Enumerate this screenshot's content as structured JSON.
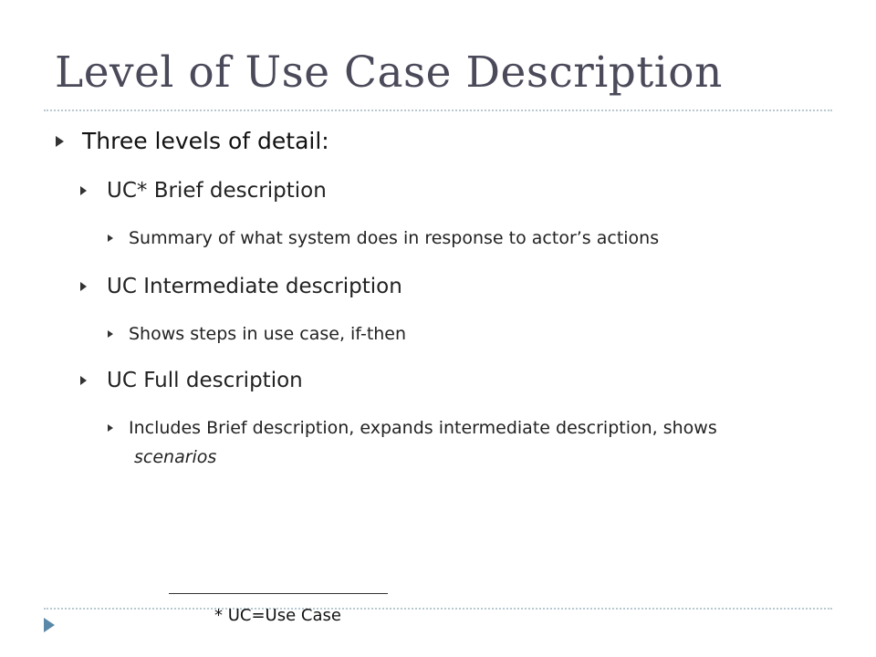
{
  "slide": {
    "title": "Level of Use Case Description",
    "top_bullet": "Three levels of detail:",
    "items": [
      {
        "heading": "UC* Brief description",
        "detail": "Summary of what system does in response to actor’s actions"
      },
      {
        "heading": "UC Intermediate description",
        "detail": "Shows steps in use case, if-then"
      },
      {
        "heading": "UC Full description",
        "detail": "Includes Brief description, expands intermediate description, shows",
        "detail_cont": "scenarios"
      }
    ],
    "footnote": "* UC=Use Case"
  },
  "colors": {
    "title": "#4a4a5a",
    "rule": "#b8c8d0",
    "accent": "#5a88a8"
  }
}
